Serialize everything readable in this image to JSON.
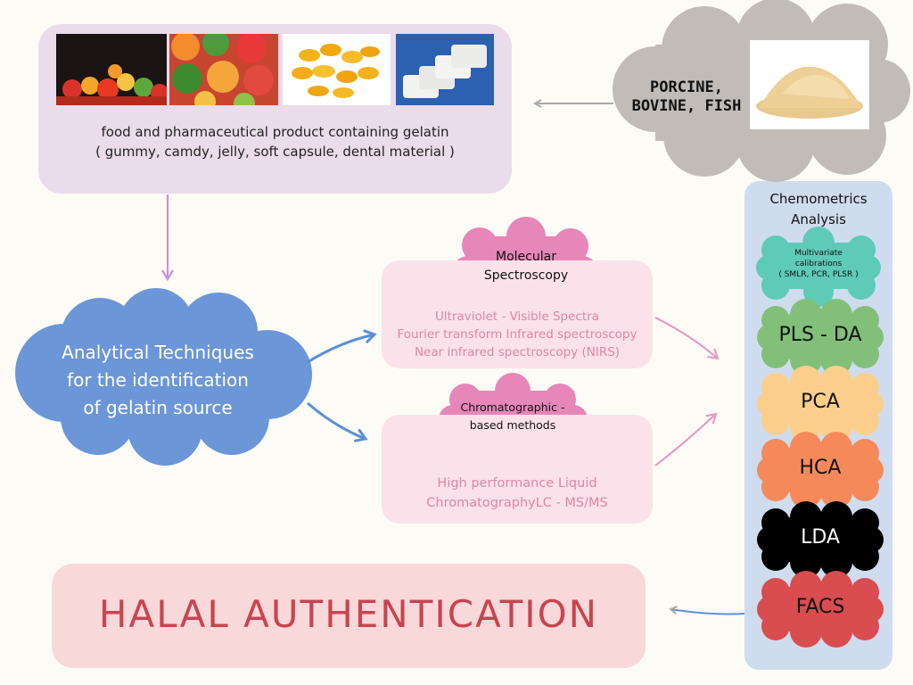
{
  "products": {
    "line1": "food and pharmaceutical product containing gelatin",
    "line2": "( gummy, camdy, jelly, soft capsule, dental material )",
    "images": [
      "gummy-bears-photo",
      "jelly-candy-photo",
      "soft-capsules-photo",
      "dental-material-photo"
    ]
  },
  "source": {
    "line1": "PORCINE,",
    "line2": "BOVINE, FISH",
    "image": "gelatin-powder-photo"
  },
  "techniques": {
    "line1": "Analytical Techniques",
    "line2": "for the identification",
    "line3": "of gelatin source"
  },
  "spectroscopy": {
    "title_line1": "Molecular",
    "title_line2": "Spectroscopy",
    "items": [
      "Ultraviolet - Visible Spectra",
      "Fourier transform Infrared spectroscopy",
      "Near infrared spectroscopy (NIRS)"
    ]
  },
  "chromatography": {
    "title_line1": "Chromatographic -",
    "title_line2": "based methods",
    "items": [
      "High performance Liquid",
      "ChromatographyLC - MS/MS"
    ]
  },
  "chemometrics": {
    "title_line1": "Chemometrics",
    "title_line2": "Analysis",
    "multivariate": {
      "line1": "Multivariate",
      "line2": "calibrations",
      "line3": "( SMLR, PCR, PLSR )"
    },
    "methods": [
      {
        "label": "PLS - DA",
        "color": "#82c07a"
      },
      {
        "label": "PCA",
        "color": "#fbcf8b"
      },
      {
        "label": "HCA",
        "color": "#f6895a"
      },
      {
        "label": "LDA",
        "color": "#000000"
      },
      {
        "label": "FACS",
        "color": "#d94c4f"
      }
    ]
  },
  "result": {
    "label": "HALAL AUTHENTICATION"
  },
  "colors": {
    "source_cloud": "#c2bcb8",
    "techniques_cloud": "#6b96d8",
    "spectroscopy_badge": "#e786b8",
    "multivariate_badge": "#5ecab8",
    "products_box": "#eadcea",
    "halal_text": "#c9444f",
    "arrow_purple": "#c892d6",
    "arrow_blue": "#5b8fd8",
    "arrow_pink": "#e79bc5",
    "arrow_grey": "#a9a9a9"
  }
}
